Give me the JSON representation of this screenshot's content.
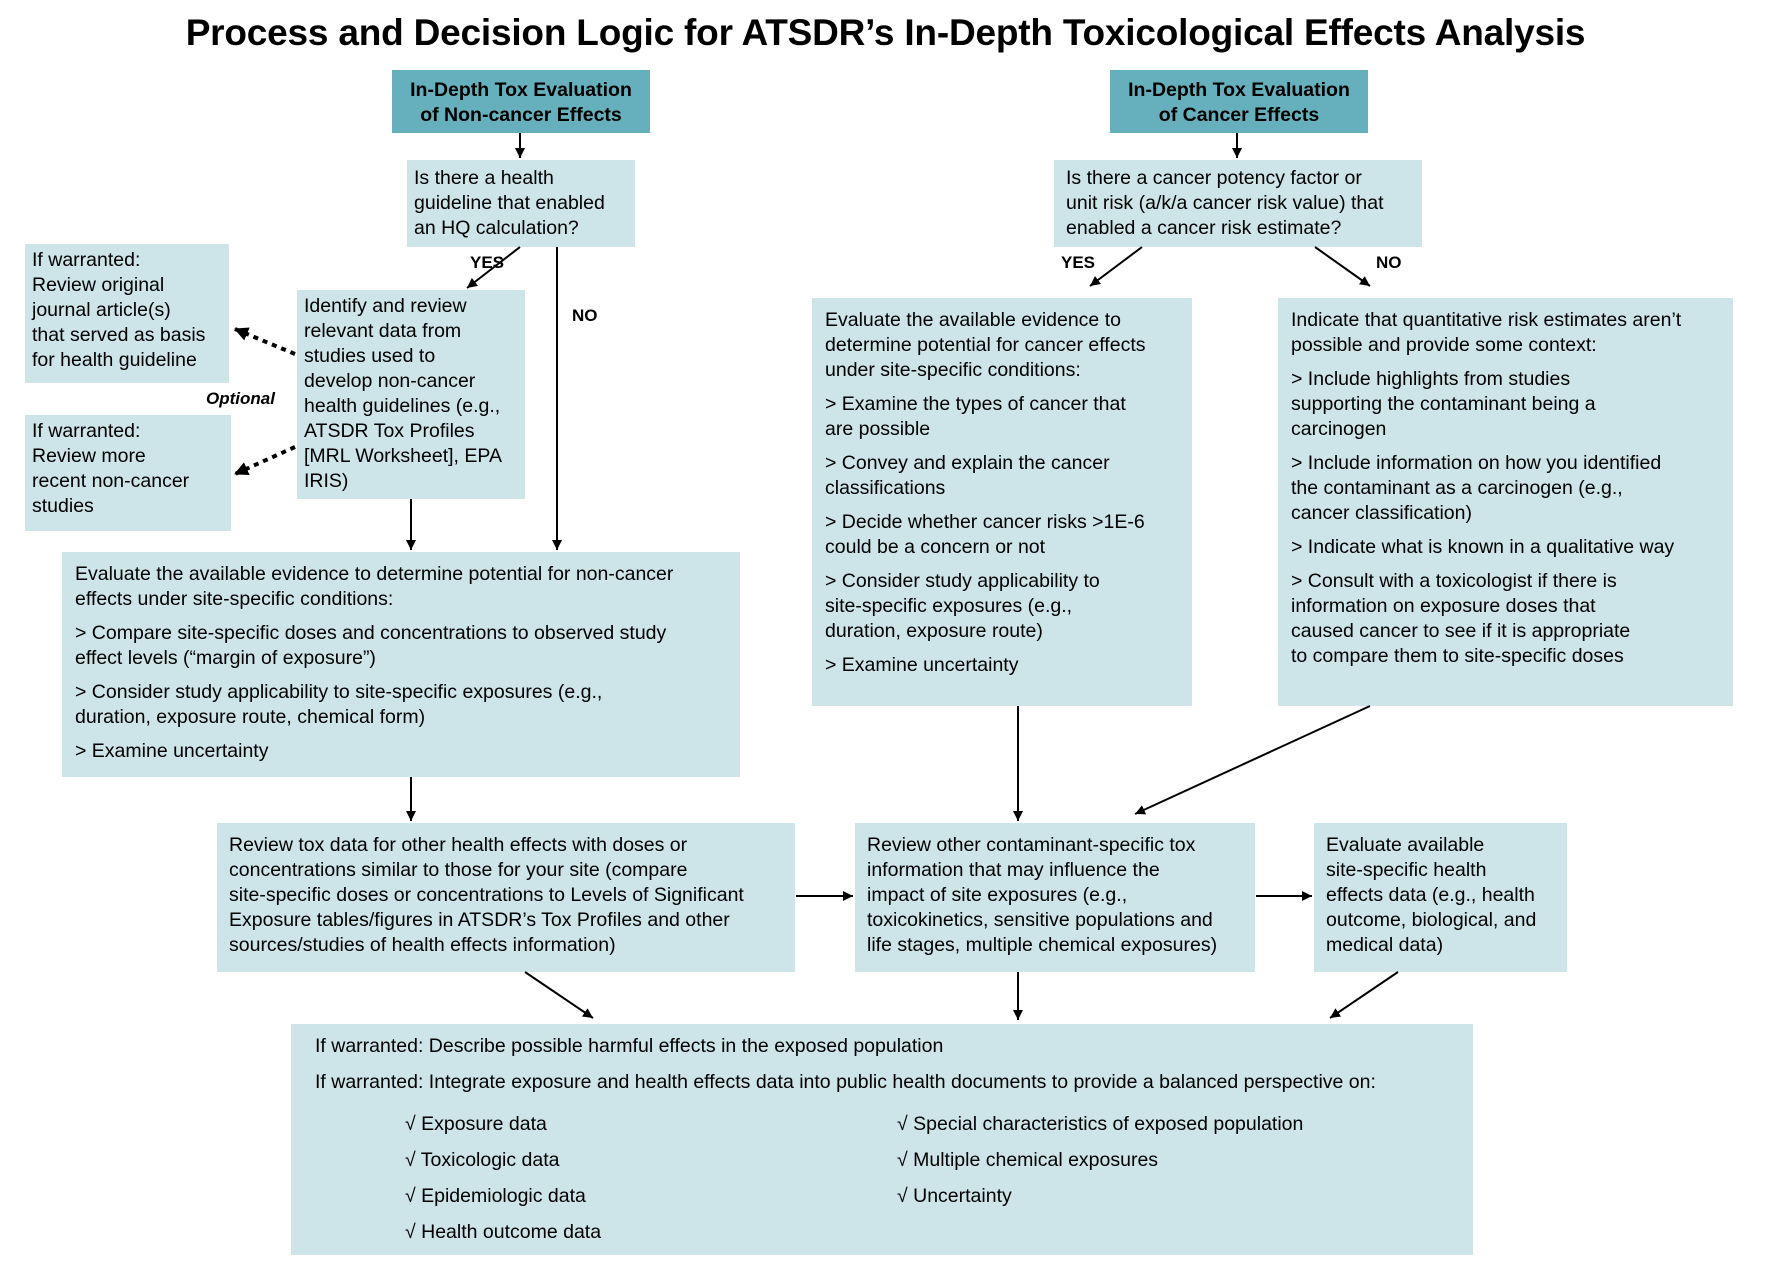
{
  "title": "Process and Decision Logic for ATSDR’s In-Depth Toxicological Effects Analysis",
  "header_noncancer": [
    "In-Depth Tox Evaluation",
    "of Non-cancer Effects"
  ],
  "header_cancer": [
    "In-Depth Tox Evaluation",
    "of Cancer Effects"
  ],
  "q_noncancer": [
    "Is there a health",
    "guideline that enabled",
    "an HQ calculation?"
  ],
  "q_cancer": [
    "Is there a cancer potency factor or",
    "unit risk (a/k/a cancer risk value) that",
    "enabled a cancer risk estimate?"
  ],
  "labels": {
    "yes_left": "YES",
    "no_left": "NO",
    "yes_right": "YES",
    "no_right": "NO",
    "optional": "Optional"
  },
  "review_original": [
    "If warranted:",
    "Review original",
    "journal article(s)",
    "that served as basis",
    "for health guideline"
  ],
  "review_recent": [
    "If warranted:",
    "Review more",
    "recent non-cancer",
    "studies"
  ],
  "identify": [
    "Identify and review",
    "relevant data from",
    "studies used to",
    "develop non-cancer",
    "health guidelines (e.g.,",
    "ATSDR Tox Profiles",
    "[MRL Worksheet], EPA",
    "IRIS)"
  ],
  "eval_noncancer": {
    "intro": [
      "Evaluate the available evidence to determine potential for non-cancer",
      "effects under site-specific conditions:"
    ],
    "bullets": [
      [
        "> Compare site-specific doses and concentrations to observed study",
        "effect levels (“margin of exposure”)"
      ],
      [
        ">  Consider study applicability to site-specific exposures (e.g.,",
        "duration, exposure route, chemical form)"
      ],
      [
        ">  Examine uncertainty"
      ]
    ]
  },
  "eval_cancer": {
    "intro": [
      "Evaluate the available evidence to",
      "determine potential for cancer effects",
      "under site-specific conditions:"
    ],
    "bullets": [
      [
        "> Examine the types of cancer that",
        "are possible"
      ],
      [
        ">  Convey and explain the cancer",
        "classifications"
      ],
      [
        ">  Decide whether cancer risks >1E-6",
        "could be a concern or not"
      ],
      [
        ">  Consider study applicability to",
        "site-specific exposures (e.g.,",
        "duration, exposure route)"
      ],
      [
        ">  Examine uncertainty"
      ]
    ]
  },
  "indicate": {
    "intro": [
      "Indicate that quantitative risk estimates aren’t",
      "possible and provide some context:"
    ],
    "bullets": [
      [
        "> Include highlights from studies",
        "supporting the contaminant being a",
        "carcinogen"
      ],
      [
        ">  Include information on how you identified",
        "the contaminant as a carcinogen (e.g.,",
        "cancer classification)"
      ],
      [
        ">  Indicate what is known in a qualitative way"
      ],
      [
        ">  Consult with a toxicologist if there is",
        "information on exposure doses that",
        "caused cancer to see if it is appropriate",
        "to compare them to site-specific doses"
      ]
    ]
  },
  "review_tox": [
    "Review tox data for other health effects with doses or",
    "concentrations similar to those for your site (compare",
    "site-specific doses or concentrations to Levels of Significant",
    "Exposure tables/figures in ATSDR’s Tox Profiles and other",
    "sources/studies of health effects information)"
  ],
  "review_other": [
    "Review other contaminant-specific tox",
    "information that may influence the",
    "impact of site exposures (e.g.,",
    "toxicokinetics, sensitive populations and",
    "life stages, multiple chemical exposures)"
  ],
  "evaluate_site": [
    "Evaluate available",
    "site-specific health",
    "effects data (e.g., health",
    "outcome, biological, and",
    "medical data)"
  ],
  "final": {
    "line1": "If warranted: Describe possible harmful effects in the exposed population",
    "line2": "If warranted: Integrate exposure and health effects data into public health documents to provide a balanced perspective on:",
    "checks_left": [
      "√ Exposure data",
      "√ Toxicologic data",
      "√ Epidemiologic data",
      "√ Health outcome data"
    ],
    "checks_right": [
      "√ Special characteristics of exposed population",
      "√ Multiple chemical exposures",
      "√ Uncertainty"
    ]
  },
  "colors": {
    "box_fill": "#cde4e8",
    "header_fill": "#66b0bd",
    "arrow": "#000000"
  }
}
